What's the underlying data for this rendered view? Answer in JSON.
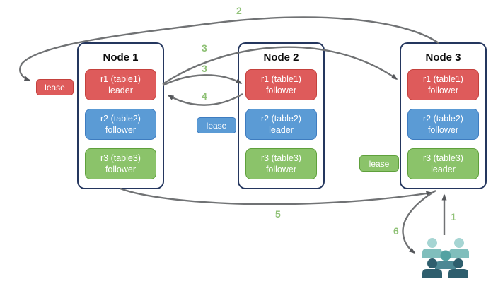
{
  "nodes": [
    {
      "title": "Node 1",
      "replicas": [
        {
          "label": "r1 (table1)",
          "role": "leader",
          "color": "#DE5B5B"
        },
        {
          "label": "r2 (table2)",
          "role": "follower",
          "color": "#5B9BD5"
        },
        {
          "label": "r3 (table3)",
          "role": "follower",
          "color": "#8BC36A"
        }
      ]
    },
    {
      "title": "Node 2",
      "replicas": [
        {
          "label": "r1 (table1)",
          "role": "follower",
          "color": "#DE5B5B"
        },
        {
          "label": "r2 (table2)",
          "role": "leader",
          "color": "#5B9BD5"
        },
        {
          "label": "r3 (table3)",
          "role": "follower",
          "color": "#8BC36A"
        }
      ]
    },
    {
      "title": "Node 3",
      "replicas": [
        {
          "label": "r1 (table1)",
          "role": "follower",
          "color": "#DE5B5B"
        },
        {
          "label": "r2 (table2)",
          "role": "follower",
          "color": "#5B9BD5"
        },
        {
          "label": "r3 (table3)",
          "role": "leader",
          "color": "#8BC36A"
        }
      ]
    }
  ],
  "leases": [
    {
      "label": "lease",
      "color": "#DE5B5B"
    },
    {
      "label": "lease",
      "color": "#5B9BD5"
    },
    {
      "label": "lease",
      "color": "#8BC36A"
    }
  ],
  "step_labels": [
    "1",
    "2",
    "3",
    "3",
    "4",
    "5",
    "6"
  ],
  "arrows": [
    {
      "step": "1",
      "from": "users",
      "to": "Node 3"
    },
    {
      "step": "2",
      "from": "Node 3",
      "to": "lease (r1, near Node 1)"
    },
    {
      "step": "3",
      "from": "r1 leader (Node 1)",
      "to": "r1 follower (Node 2)"
    },
    {
      "step": "3",
      "from": "r1 leader (Node 1)",
      "to": "r1 follower (Node 3)"
    },
    {
      "step": "4",
      "from": "r1 follower (Node 2)",
      "to": "r1 leader (Node 1)"
    },
    {
      "step": "5",
      "from": "Node 1",
      "to": "Node 3"
    },
    {
      "step": "6",
      "from": "Node 3",
      "to": "users"
    }
  ],
  "icons": {
    "users": "users-icon"
  },
  "colors": {
    "replica_red": "#DE5B5B",
    "replica_red_border": "#C4413D",
    "replica_blue": "#5B9BD5",
    "replica_blue_border": "#3E7CC0",
    "replica_green": "#8BC36A",
    "replica_green_border": "#5FA03C",
    "node_border": "#24365E",
    "arrow": "#707274",
    "arrowhead": "#54565A",
    "step_label": "#8FC176",
    "users_back_head": "#A6D5D3",
    "users_back_body": "#80BEBC",
    "users_center_head": "#53A2A2",
    "users_center_body": "#4C8894",
    "users_front": "#2E5E6D"
  }
}
